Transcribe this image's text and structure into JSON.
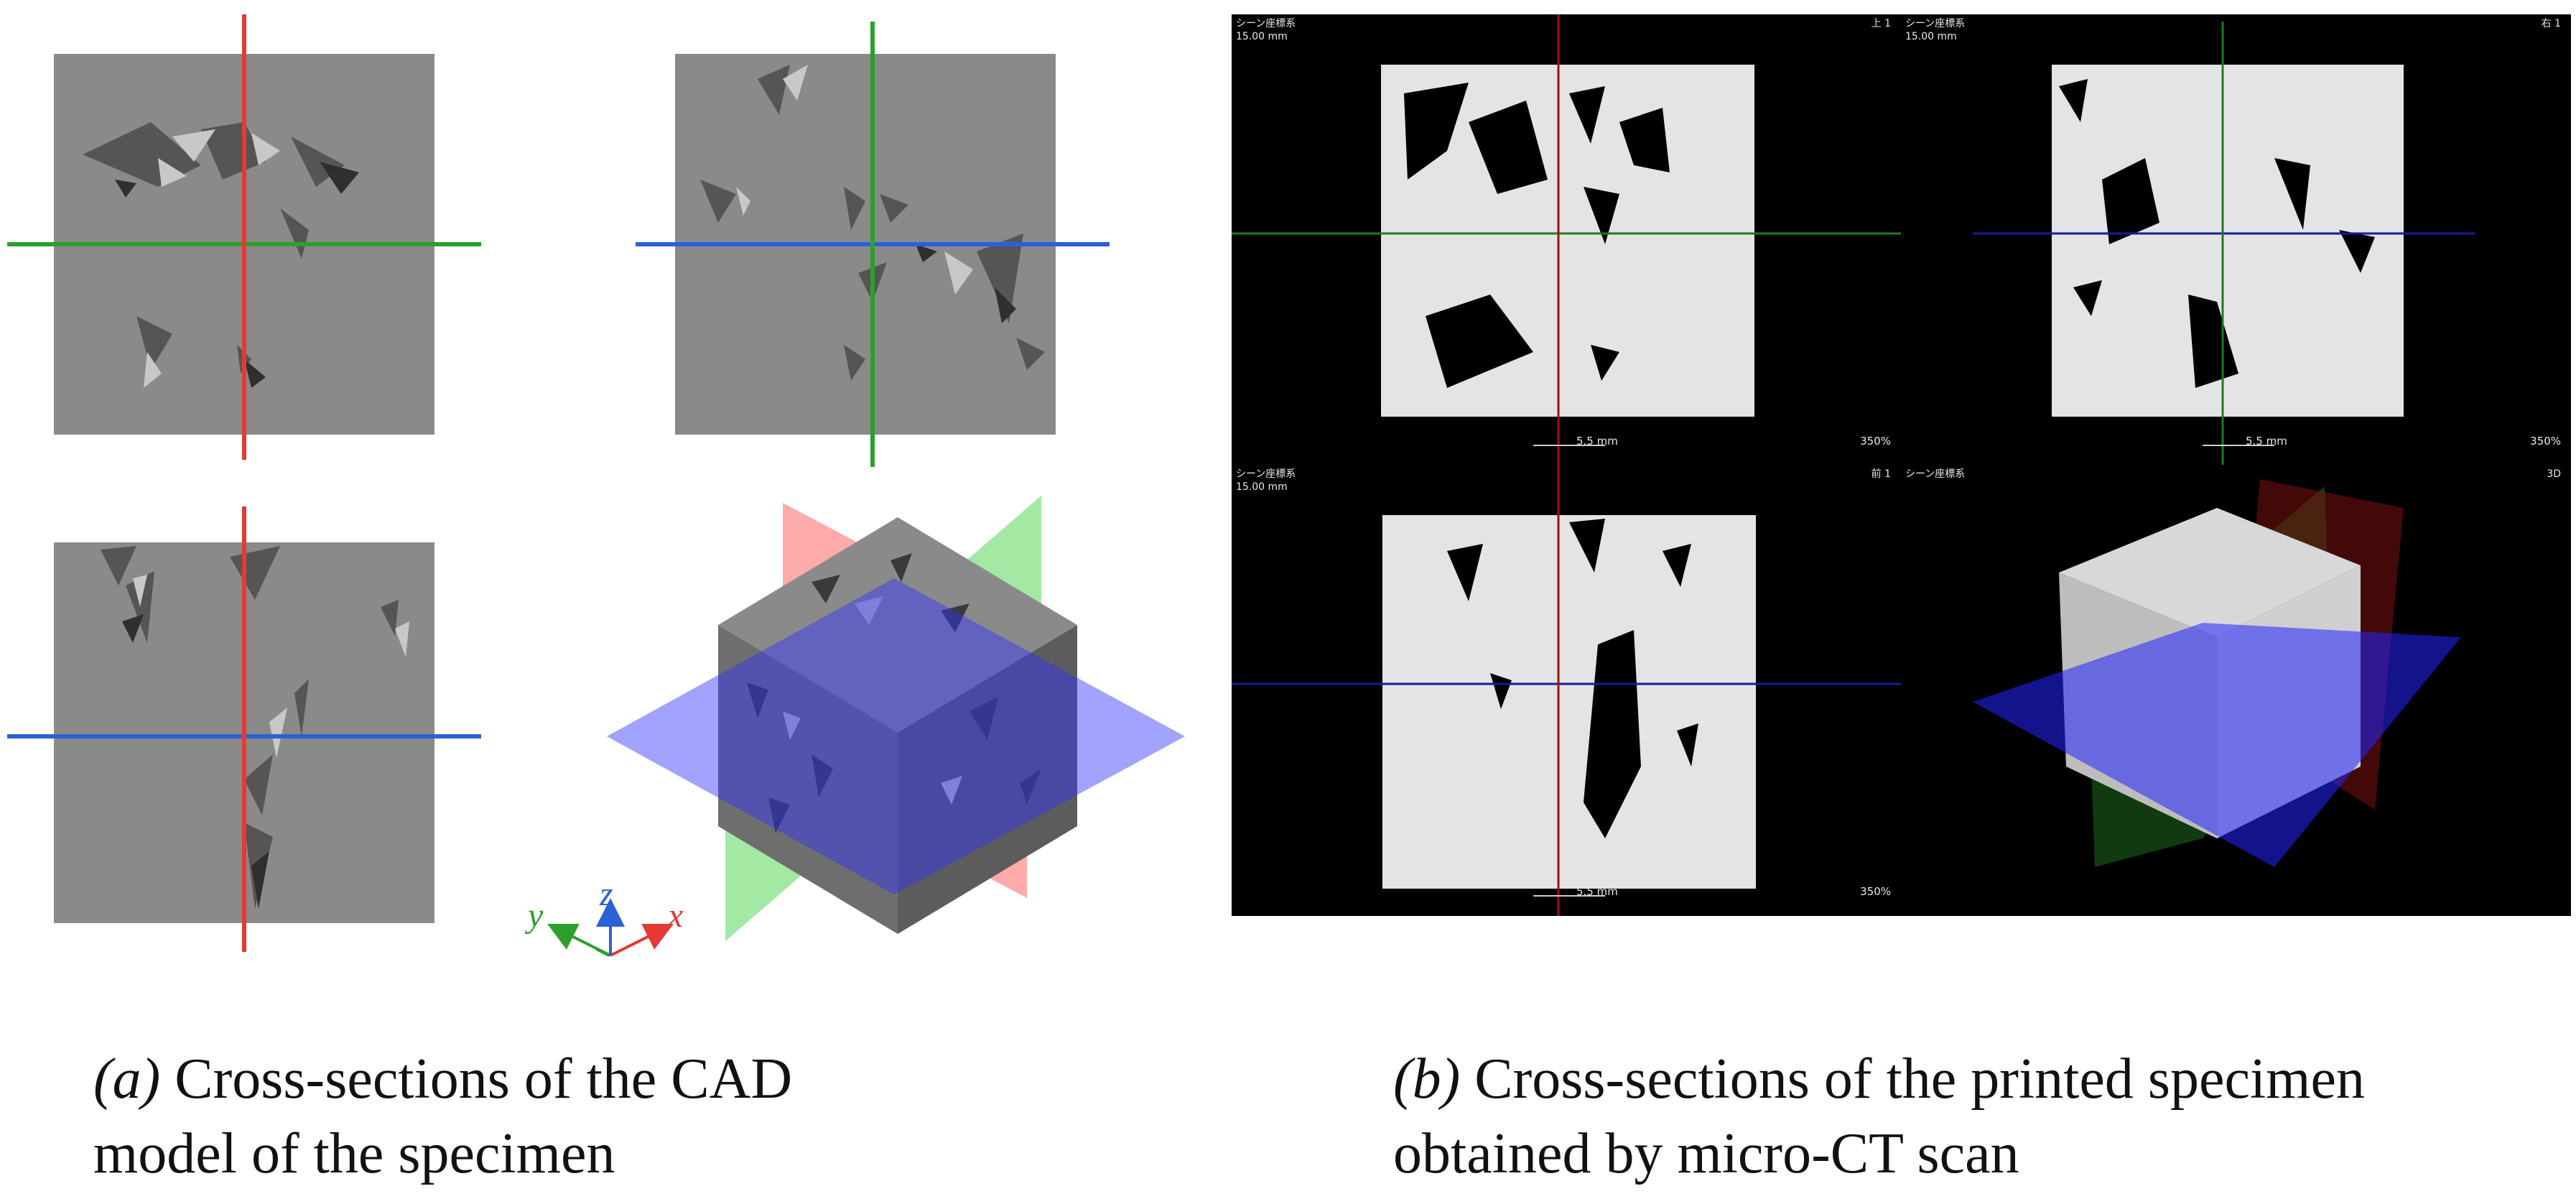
{
  "figure": {
    "caption_a": {
      "label": "(a)",
      "line1": " Cross-sections of the CAD",
      "line2": "model of the specimen"
    },
    "caption_b": {
      "label": "(b)",
      "line1": " Cross-sections of the printed specimen",
      "line2": "obtained by micro-CT scan"
    },
    "axes": {
      "x": "x",
      "y": "y",
      "z": "z"
    },
    "colors": {
      "x_axis": "#e53935",
      "y_axis": "#2ca02c",
      "z_axis": "#2a62d6",
      "cad_gray": "#8a8a8a",
      "ct_background": "#000000"
    }
  },
  "ct_panels": {
    "top_left": {
      "system": "シーン座標系",
      "size": "15.00 mm",
      "view": "上 1",
      "scale": "5.5 mm",
      "zoom": "350%"
    },
    "top_right": {
      "system": "シーン座標系",
      "size": "15.00 mm",
      "view": "右 1",
      "scale": "5.5 mm",
      "zoom": "350%"
    },
    "bottom_left": {
      "system": "シーン座標系",
      "size": "15.00 mm",
      "view": "前 1",
      "scale": "5.5 mm",
      "zoom": "350%"
    },
    "bottom_right": {
      "system": "シーン座標系",
      "view": "3D"
    }
  }
}
